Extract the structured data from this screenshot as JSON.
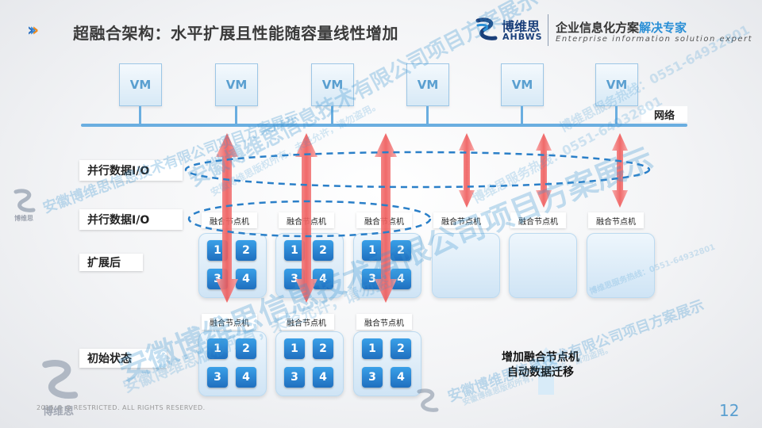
{
  "header": {
    "title": "超融合架构：水平扩展且性能随容量线性增加",
    "logo_cn": "博维思",
    "logo_en": "AHBWS",
    "slogan_main": "企业信息化方案",
    "slogan_highlight": "解决专家",
    "slogan_en": "Enterprise information solution expert",
    "chevron_colors": [
      "#2a6fc0",
      "#3b8ad8",
      "#f08a1c"
    ]
  },
  "diagram": {
    "vm_label": "VM",
    "network_label": "网络",
    "row_labels": {
      "parallel_io_top": "并行数据I/O",
      "parallel_io_bottom": "并行数据I/O",
      "after_expansion": "扩展后",
      "initial_state": "初始状态"
    },
    "node_label": "融合节点机",
    "cells": [
      "1",
      "2",
      "3",
      "4"
    ],
    "migration_text_line1": "增加融合节点机",
    "migration_text_line2": "自动数据迁移",
    "colors": {
      "arrow": "#ef5a5a",
      "bus": "#6aaee0",
      "cell": "#1f6fbf",
      "ellipse": "#2a7fc8"
    }
  },
  "footer": {
    "copyright": "2015 ©  O RESTRICTED. ALL RIGHTS RESERVED.",
    "page_number": "12"
  },
  "watermark": {
    "company": "安徽博维思信息技术有限公司项目方案展示",
    "company_short": "安徽博维思信息技术有限公司项目方案展示",
    "rights": "安徽博维思版权所有，未经允许，请勿盗用。",
    "hotline": "博维思服务热线：0551-64932801",
    "logo_text": "博维思"
  }
}
